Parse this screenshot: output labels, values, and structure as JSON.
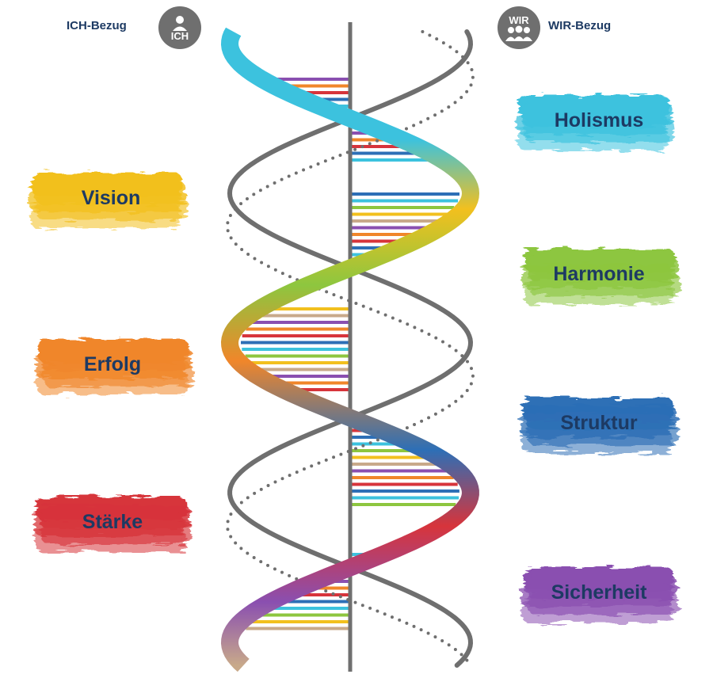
{
  "header": {
    "left_label": "ICH-Bezug",
    "left_badge": "ICH",
    "right_label": "WIR-Bezug",
    "right_badge": "WIR",
    "left_icon": "person-icon",
    "right_icon": "group-icon"
  },
  "left_values": [
    {
      "label": "Vision",
      "color": "#f2c01e"
    },
    {
      "label": "Erfolg",
      "color": "#f0862a"
    },
    {
      "label": "Stärke",
      "color": "#d7343b"
    }
  ],
  "right_values": [
    {
      "label": "Holismus",
      "color": "#3cc2de"
    },
    {
      "label": "Harmonie",
      "color": "#8dc63f"
    },
    {
      "label": "Struktur",
      "color": "#2d6fb6"
    },
    {
      "label": "Sicherheit",
      "color": "#8a4fb0"
    }
  ],
  "colors": {
    "text": "#1d3a63",
    "strand": "#6f6f6f",
    "rungs": [
      "#8a4fb0",
      "#f0862a",
      "#d7343b",
      "#2d6fb6",
      "#3cc2de",
      "#8dc63f",
      "#f2c01e",
      "#c8a98a"
    ]
  }
}
